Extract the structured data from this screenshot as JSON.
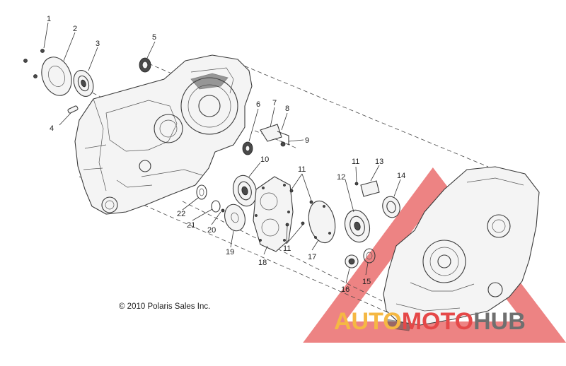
{
  "copyright": "© 2010 Polaris Sales Inc.",
  "watermark": {
    "part1": "AUTO",
    "part2": "MOTO",
    "part3": "HUB",
    "color_orange": "#f5b843",
    "color_red": "#e54848",
    "color_gray": "#6f6f6f"
  },
  "callouts": [
    {
      "id": "c1",
      "text": "1"
    },
    {
      "id": "c2",
      "text": "2"
    },
    {
      "id": "c3",
      "text": "3"
    },
    {
      "id": "c4",
      "text": "4"
    },
    {
      "id": "c5",
      "text": "5"
    },
    {
      "id": "c6",
      "text": "6"
    },
    {
      "id": "c7",
      "text": "7"
    },
    {
      "id": "c8",
      "text": "8"
    },
    {
      "id": "c9",
      "text": "9"
    },
    {
      "id": "c10",
      "text": "10"
    },
    {
      "id": "c11a",
      "text": "11"
    },
    {
      "id": "c11b",
      "text": "11"
    },
    {
      "id": "c11c",
      "text": "11"
    },
    {
      "id": "c12",
      "text": "12"
    },
    {
      "id": "c13",
      "text": "13"
    },
    {
      "id": "c14",
      "text": "14"
    },
    {
      "id": "c15",
      "text": "15"
    },
    {
      "id": "c16",
      "text": "16"
    },
    {
      "id": "c17",
      "text": "17"
    },
    {
      "id": "c18",
      "text": "18"
    },
    {
      "id": "c19",
      "text": "19"
    },
    {
      "id": "c20",
      "text": "20"
    },
    {
      "id": "c21",
      "text": "21"
    },
    {
      "id": "c22",
      "text": "22"
    }
  ]
}
